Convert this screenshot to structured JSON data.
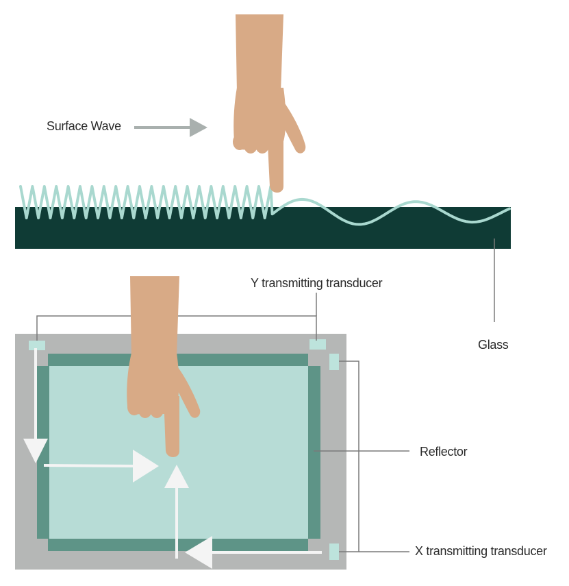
{
  "labels": {
    "surface_wave": "Surface Wave",
    "y_transducer": "Y transmitting transducer",
    "glass": "Glass",
    "reflector": "Reflector",
    "x_transducer": "X transmitting transducer"
  },
  "colors": {
    "glass_dark": "#0f3b35",
    "wave": "#a9d8cf",
    "skin": "#d8aa86",
    "frame_grey": "#b5b7b6",
    "reflector_green": "#5e9487",
    "screen_mint": "#b7dcd6",
    "transducer_mint": "#bde3dc",
    "callout_line": "#7a7a7a",
    "arrow_grey": "#a9b0ae",
    "arrow_white": "#f4f4f4"
  },
  "icons": {
    "hand_top": "pointing-hand-icon",
    "hand_bottom": "pointing-hand-icon"
  }
}
